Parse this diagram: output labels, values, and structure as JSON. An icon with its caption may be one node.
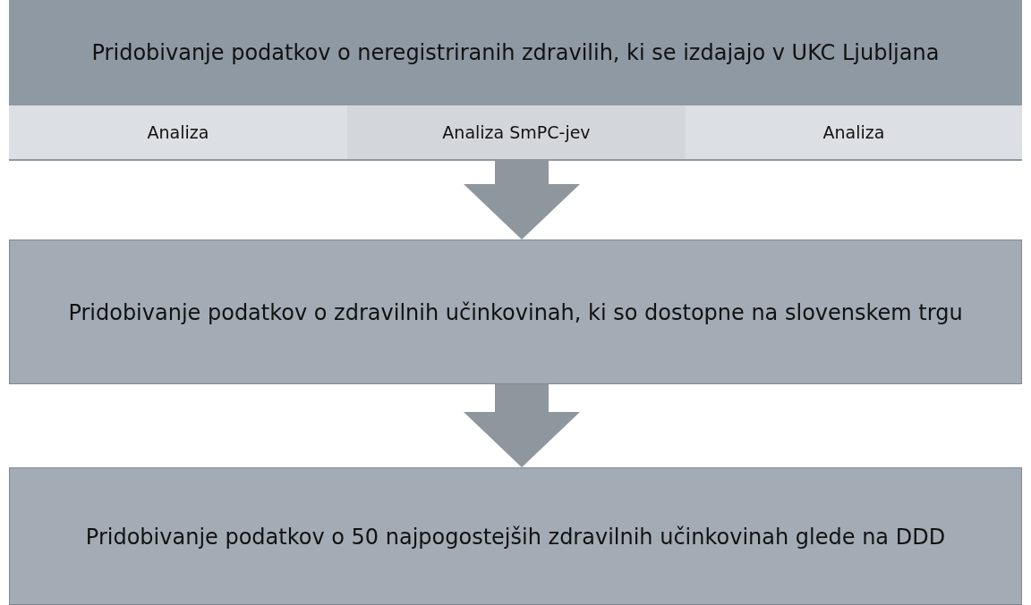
{
  "diagram": {
    "nodes": [
      {
        "text": [
          "Pridobivanje podatkov o neregistriranih zdravilih, ki se izdajajo v UKC Ljubljana"
        ]
      },
      {
        "text": [
          "Analiza"
        ],
        "in": 0
      },
      {
        "text": [
          "Analiza SmPC-jev"
        ],
        "in": 0
      },
      {
        "text": [
          "Analiza"
        ],
        "in": 0
      },
      {
        "text": [
          "Pridobivanje podatkov o zdravilnih učinkovinah, ki so dostopne na slovenskem trgu"
        ]
      },
      {
        "text": [
          "Pridobivanje podatkov o 50 najpogostejših zdravilnih učinkovinah glede na DDD"
        ]
      }
    ],
    "edges": [
      {
        "from": 0,
        "to": 4,
        "arrow": "to"
      },
      {
        "from": 4,
        "to": 5,
        "arrow": "to"
      }
    ]
  }
}
